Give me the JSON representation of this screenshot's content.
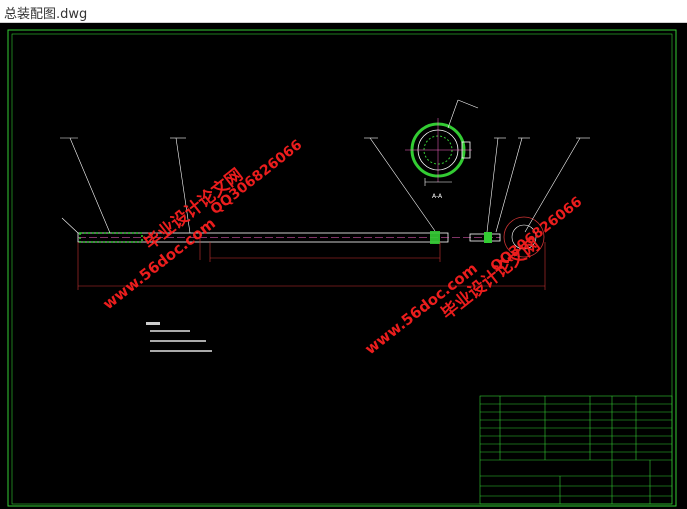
{
  "window": {
    "title": "总装配图.dwg"
  },
  "watermarks": {
    "site_cn": "毕业设计论文网",
    "qq": "QQ306826066",
    "url": "www.56doc.com"
  },
  "drawing": {
    "section_label": "A-A",
    "colors": {
      "frame": "#33cc33",
      "line": "#ffffff",
      "dim": "#cc3333",
      "shaft": "#ff66cc",
      "yellow": "#ffff00",
      "watermark": "#ff2020"
    }
  }
}
